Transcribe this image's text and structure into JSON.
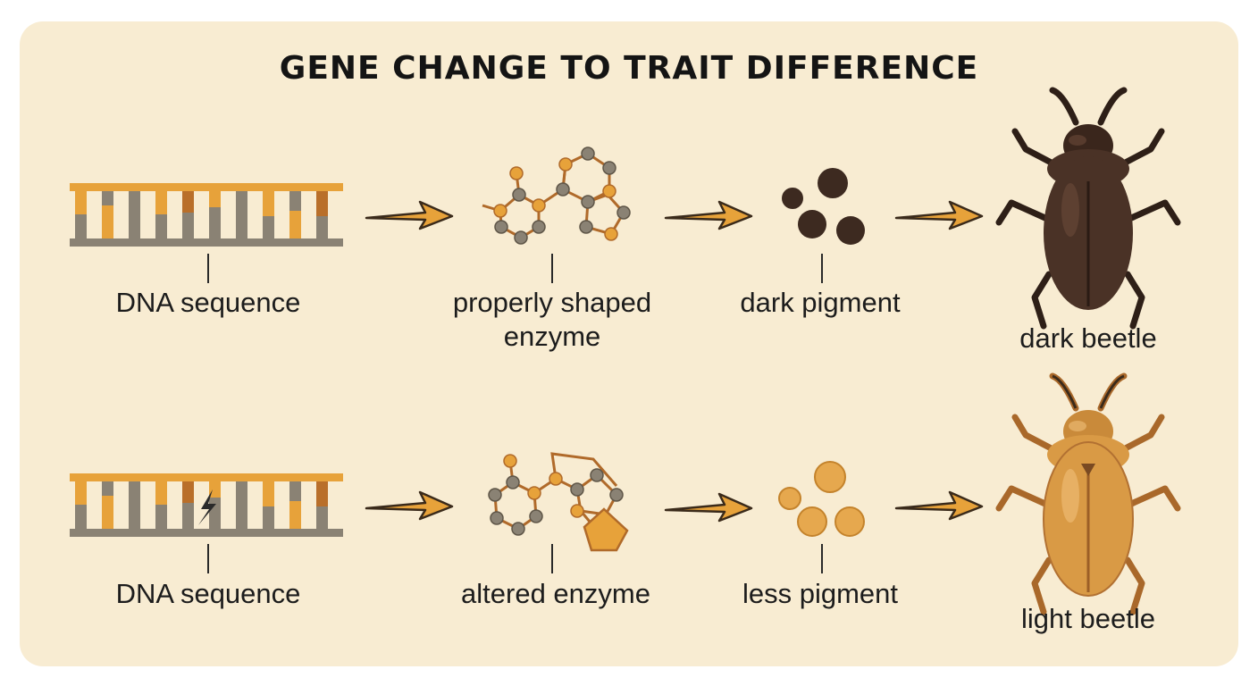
{
  "title": "GENE CHANGE TO TRAIT DIFFERENCE",
  "colors": {
    "panel": "#f8ecd2",
    "orange": "#e7a23a",
    "gray": "#8a8274",
    "brown_dark": "#3d2a20",
    "beetle_light": "#d99a45",
    "pigment_light": "#e6a84e"
  },
  "rows": [
    {
      "dna_label": "DNA sequence",
      "enzyme_label_line1": "properly shaped",
      "enzyme_label_line2": "enzyme",
      "pigment_label": "dark pigment",
      "beetle_label": "dark beetle"
    },
    {
      "dna_label": "DNA sequence",
      "enzyme_label": "altered enzyme",
      "pigment_label": "less pigment",
      "beetle_label": "light beetle"
    }
  ],
  "icons": [
    "dna-strand-icon",
    "mutation-bolt-icon",
    "enzyme-molecule-icon",
    "pigment-dots-icon",
    "beetle-icon",
    "arrow-icon"
  ]
}
